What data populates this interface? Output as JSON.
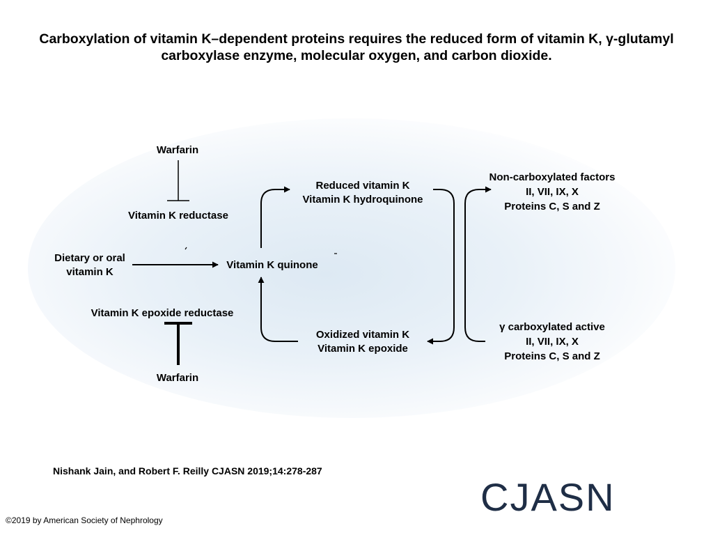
{
  "title": "Carboxylation of vitamin K–dependent proteins requires the reduced form of vitamin K, γ-glutamyl carboxylase enzyme, molecular oxygen, and carbon dioxide.",
  "diagram": {
    "warfarin_top": "Warfarin",
    "vitamin_k_reductase": "Vitamin K reductase",
    "dietary_line1": "Dietary or oral",
    "dietary_line2": "vitamin K",
    "quinone": "Vitamin K quinone",
    "epoxide_reductase": "Vitamin K epoxide reductase",
    "warfarin_bottom": "Warfarin",
    "reduced_line1": "Reduced vitamin K",
    "reduced_line2": "Vitamin K hydroquinone",
    "oxidized_line1": "Oxidized vitamin K",
    "oxidized_line2": "Vitamin K epoxide",
    "noncarb_line1": "Non-carboxylated factors",
    "noncarb_line2": "II, VII, IX, X",
    "noncarb_line3": "Proteins C, S and Z",
    "carb_line1": "γ carboxylated active",
    "carb_line2": "II, VII, IX, X",
    "carb_line3": "Proteins C, S and Z"
  },
  "citation": "Nishank Jain, and Robert F. Reilly CJASN 2019;14:278-287",
  "copyright": "©2019 by American Society of Nephrology",
  "logo_text": "CJASN",
  "colors": {
    "logo": "#1f2e46",
    "glow": "#dde9f3"
  }
}
